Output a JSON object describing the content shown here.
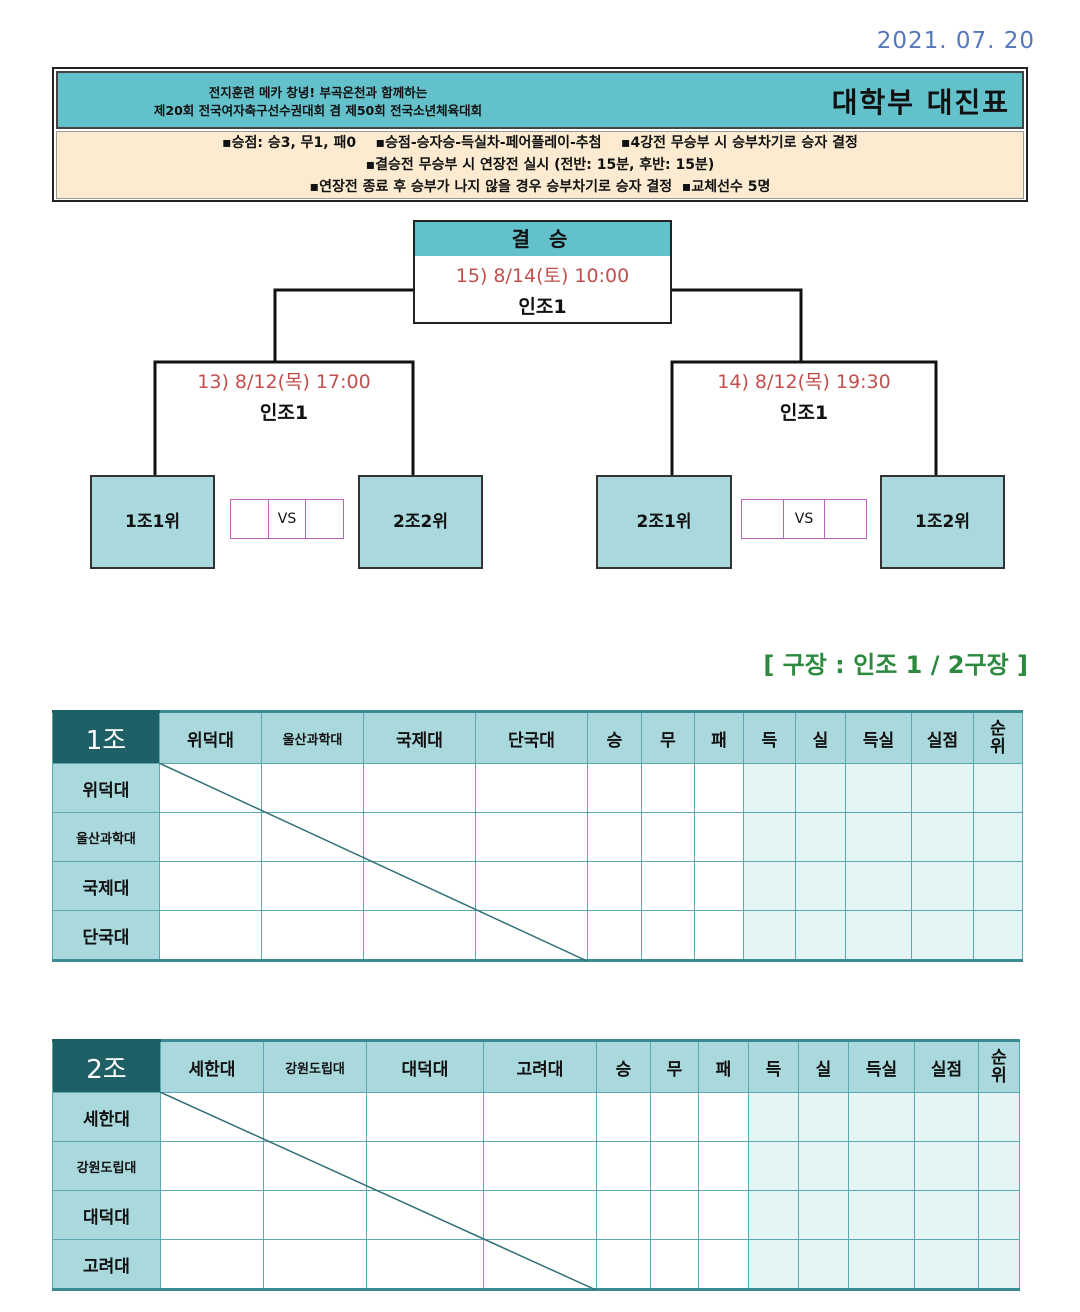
{
  "date": "2021. 07. 20",
  "header": {
    "subtitle_line1": "전지훈련 메카 창녕! 부곡온천과 함께하는",
    "subtitle_line2": "제20회 전국여자축구선수권대회 겸 제50회 전국소년체육대회",
    "title": "대학부 대진표"
  },
  "rules": [
    "▪승점: 승3, 무1, 패0    ▪승점-승자승-득실차-페어플레이-추첨    ▪4강전 무승부 시 승부차기로 승자 결정",
    "▪결승전 무승부 시 연장전 실시 (전반: 15분, 후반: 15분)",
    "▪연장전 종료 후 승부가 나지 않을 경우 승부차기로 승자 결정  ▪교체선수 5명"
  ],
  "bracket": {
    "final": {
      "label": "결 승",
      "info": "15) 8/14(토) 10:00",
      "venue": "인조1"
    },
    "semi_left": {
      "info": "13) 8/12(목) 17:00",
      "venue": "인조1",
      "team_a": "1조1위",
      "team_b": "2조2위",
      "vs": "VS"
    },
    "semi_right": {
      "info": "14) 8/12(목) 19:30",
      "venue": "인조1",
      "team_a": "2조1위",
      "team_b": "1조2위",
      "vs": "VS"
    }
  },
  "venue_line": "[ 구장 : 인조 1 / 2구장 ]",
  "group1": {
    "name": "1조",
    "teams": [
      "위덕대",
      "울산과학대",
      "국제대",
      "단국대"
    ],
    "stats": [
      "승",
      "무",
      "패",
      "득",
      "실",
      "득실",
      "실점",
      "순위"
    ]
  },
  "group2": {
    "name": "2조",
    "teams": [
      "세한대",
      "강원도립대",
      "대덕대",
      "고려대"
    ],
    "stats": [
      "승",
      "무",
      "패",
      "득",
      "실",
      "득실",
      "실점",
      "순위"
    ]
  },
  "colors": {
    "teal": "#63c1cb",
    "light_teal": "#a9d8dd",
    "dark_teal": "#1f5f66",
    "cream": "#fcebd0",
    "match_red": "#c0504d",
    "venue_green": "#2c8a3e"
  }
}
